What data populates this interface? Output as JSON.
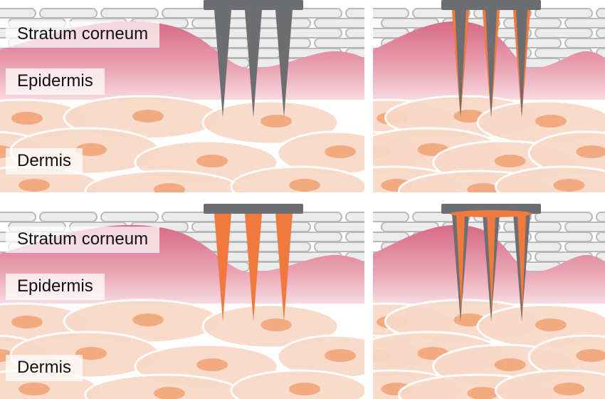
{
  "panels": [
    {
      "id": "solid-microneedles",
      "needle_color": "#6d6e72",
      "coating": false,
      "labels": {
        "stratum_corneum": "Stratum corneum",
        "epidermis": "Epidermis",
        "dermis": "Dermis"
      }
    },
    {
      "id": "coated-microneedles",
      "needle_color": "#6d6e72",
      "coating": true,
      "labels": {}
    },
    {
      "id": "dissolving-microneedles",
      "needle_color": "#f07a3e",
      "coating": false,
      "labels": {
        "stratum_corneum": "Stratum corneum",
        "epidermis": "Epidermis",
        "dermis": "Dermis"
      }
    },
    {
      "id": "hollow-microneedles",
      "needle_color": "#6d6e72",
      "coating": false,
      "hollow": true,
      "labels": {}
    }
  ],
  "colors": {
    "corneum_fill": "#ececec",
    "corneum_stroke": "#b9b9b9",
    "epidermis_top": "#d76a86",
    "epidermis_bottom": "#fae6ea",
    "dermis_cell": "#f8d8c6",
    "dermis_nucleus": "#f2aa80",
    "dermis_gap": "#ffffff",
    "drug": "#f07a3e",
    "needle": "#6d6e72"
  }
}
